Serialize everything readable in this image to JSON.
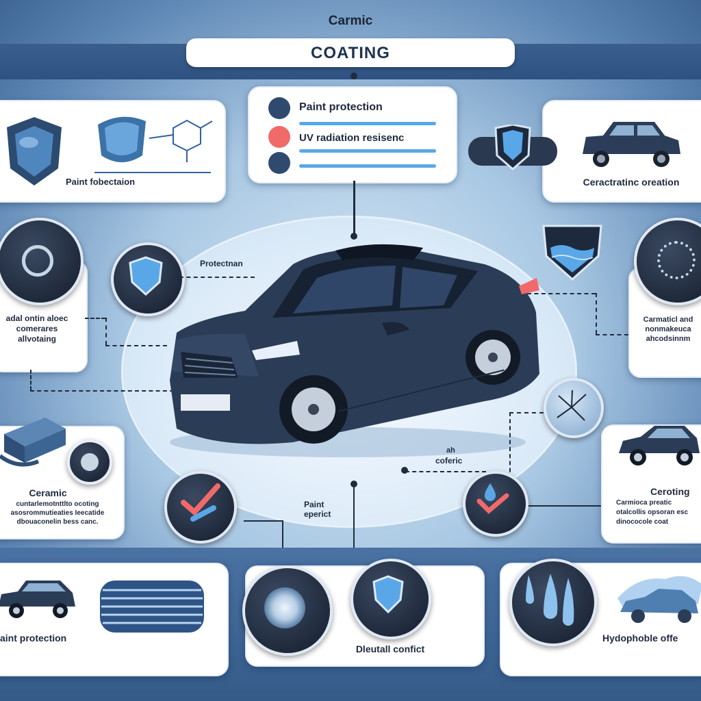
{
  "header": {
    "brand": "Carmic",
    "title": "COATING"
  },
  "checklist": {
    "items": [
      {
        "label": "Paint protection",
        "color": "#2f4a6e"
      },
      {
        "label": "UV radiation resisenc",
        "color": "#f06a6a"
      },
      {
        "label": "",
        "color": "#2f4a6e"
      }
    ]
  },
  "cards": {
    "top_left": "Paint fobectaion",
    "top_right": "Ceractratinc oreation",
    "mid_left": "adal ontin aloec comerares allvotaing",
    "mid_right": "Carmaticl and nonmakeuca ahcodsinnm",
    "lower_left_title": "Ceramic",
    "lower_left_body": "cuntarlemotnttlto ocoting asosrommutieaties Ieecatide dbouaconelin bess canc.",
    "lower_right_title": "Ceroting",
    "lower_right_body": "Carmioca preatic otalcollis opsoran esc dinococole coat",
    "bottom_left": "aint protection",
    "bottom_center": "Dleutall confict",
    "bottom_right": "Hydophoble offe"
  },
  "center_labels": {
    "protection": "Protectnan",
    "ceramic_line1": "ah",
    "ceramic_line2": "coferic",
    "paint_line1": "Paint",
    "paint_line2": "eperict"
  },
  "colors": {
    "accent": "#5aa7e8",
    "dark": "#1f2b3d",
    "alert": "#f06a6a",
    "bg": "#4f78a8"
  }
}
